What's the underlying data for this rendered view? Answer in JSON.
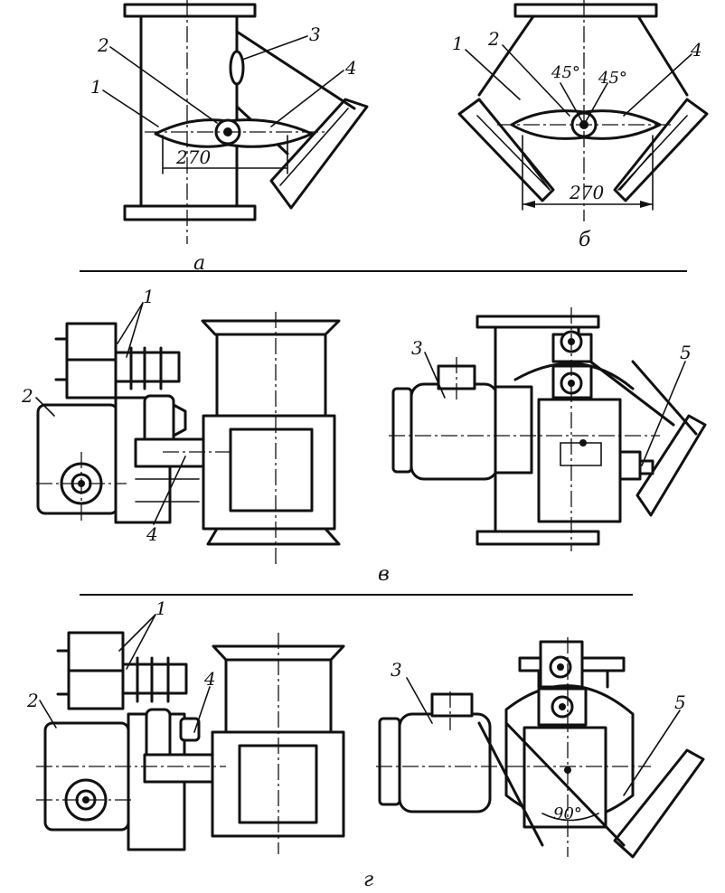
{
  "figure": {
    "panel_a": {
      "caption": "а",
      "callouts": [
        "1",
        "2",
        "3",
        "4"
      ],
      "dimension": "270"
    },
    "panel_b": {
      "caption": "б",
      "callouts": [
        "1",
        "2",
        "4"
      ],
      "dimension": "270",
      "angle_left": "45°",
      "angle_right": "45°"
    },
    "panel_c": {
      "caption": "в",
      "callouts_left": [
        "1",
        "2",
        "4"
      ],
      "callouts_right": [
        "3",
        "5"
      ]
    },
    "panel_d": {
      "caption": "г",
      "callouts_left": [
        "1",
        "2",
        "4"
      ],
      "callouts_right": [
        "3",
        "5"
      ],
      "angle": "90°"
    }
  }
}
